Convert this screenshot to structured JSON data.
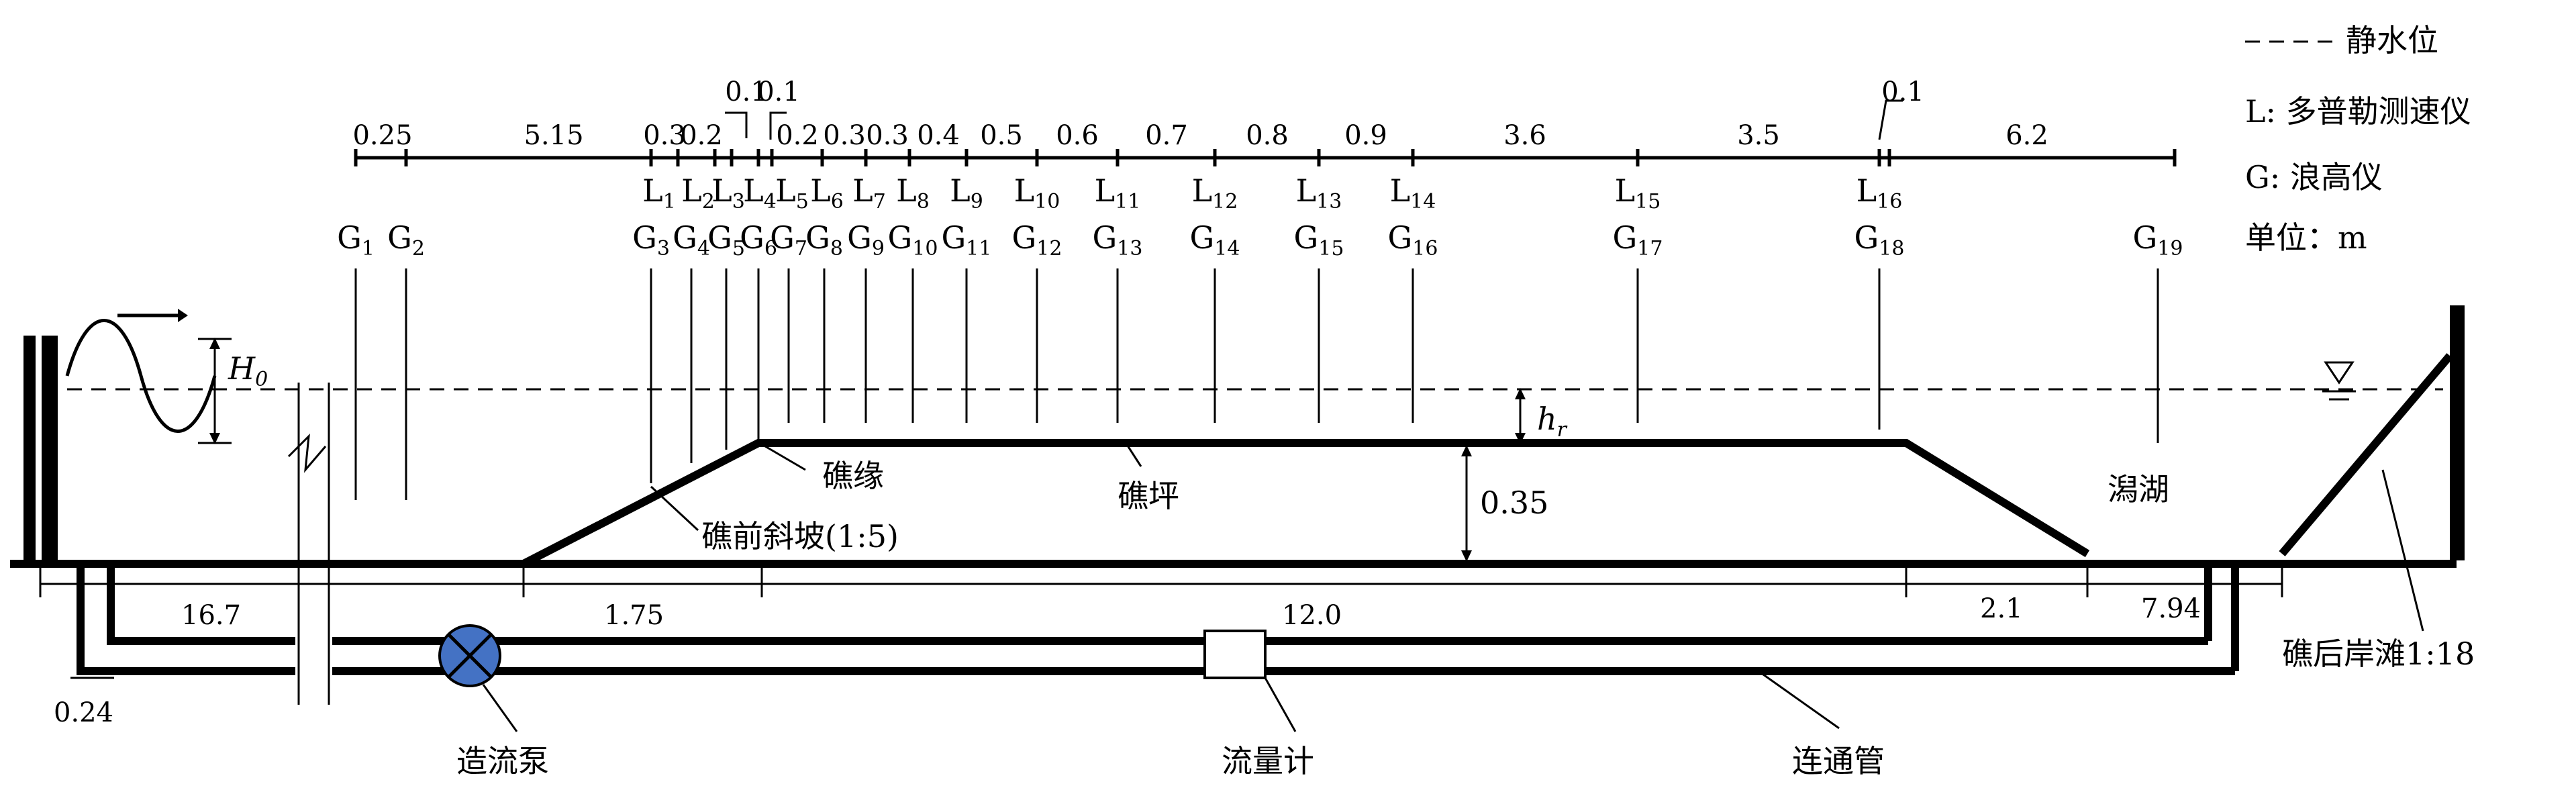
{
  "legend": {
    "still_water": "静水位",
    "doppler": "L: 多普勒测速仪",
    "wave_gauge": "G: 浪高仪",
    "unit": "单位：m"
  },
  "top_spacing": [
    "0.25",
    "5.15",
    "0.3",
    "0.2",
    "0.1",
    "0.1",
    "0.2",
    "0.3",
    "0.3",
    "0.4",
    "0.5",
    "0.6",
    "0.7",
    "0.8",
    "0.9",
    "3.6",
    "3.5",
    "0.1",
    "6.2"
  ],
  "doppler_labels": [
    "L1",
    "L2",
    "L3",
    "L4",
    "L5",
    "L6",
    "L7",
    "L8",
    "L9",
    "L10",
    "L11",
    "L12",
    "L13",
    "L14",
    "L15",
    "L16"
  ],
  "gauge_labels": [
    "G1",
    "G2",
    "G3",
    "G4",
    "G5",
    "G6",
    "G7",
    "G8",
    "G9",
    "G10",
    "G11",
    "G12",
    "G13",
    "G14",
    "G15",
    "G16",
    "G17",
    "G18",
    "G19"
  ],
  "wave_height": "H0",
  "reef_depth": "hr",
  "reef_height": "0.35",
  "reef_edge": "礁缘",
  "reef_flat": "礁坪",
  "fore_slope": "礁前斜坡(1:5)",
  "lagoon": "潟湖",
  "back_beach": "礁后岸滩1:18",
  "bottom_dims": [
    "16.7",
    "1.75",
    "12.0",
    "2.1",
    "7.94",
    "0.24"
  ],
  "pump": "造流泵",
  "flow_meter": "流量计",
  "connecting_pipe": "连通管"
}
